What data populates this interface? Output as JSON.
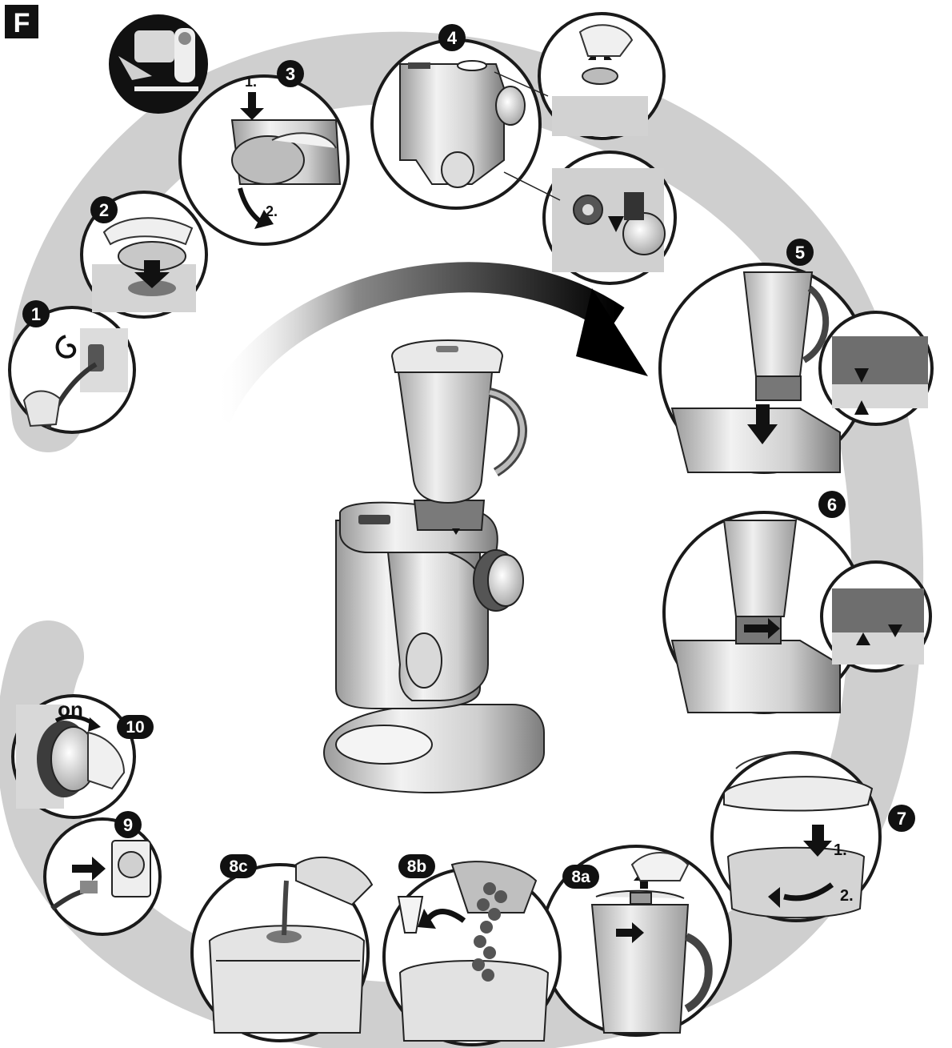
{
  "section_letter": "F",
  "steps": [
    {
      "id": "1",
      "label": "1"
    },
    {
      "id": "2",
      "label": "2"
    },
    {
      "id": "3",
      "label": "3",
      "sub_labels": [
        "1.",
        "2."
      ]
    },
    {
      "id": "4",
      "label": "4"
    },
    {
      "id": "5",
      "label": "5"
    },
    {
      "id": "6",
      "label": "6"
    },
    {
      "id": "7",
      "label": "7",
      "sub_labels": [
        "1.",
        "2."
      ]
    },
    {
      "id": "8a",
      "label": "8a"
    },
    {
      "id": "8b",
      "label": "8b"
    },
    {
      "id": "8c",
      "label": "8c"
    },
    {
      "id": "9",
      "label": "9"
    },
    {
      "id": "10",
      "label": "10",
      "caption": "on"
    }
  ],
  "icons": {
    "center": "blender-appliance-icon",
    "flow_arrow": "curved-arrow-icon",
    "storage_inset": "storage-inset-icon"
  },
  "colors": {
    "path_shadow": "#cfcfcf",
    "badge": "#111111",
    "panel_stroke": "#1a1a1a",
    "metal_light": "#e6e6e6",
    "metal_dark": "#8a8a8a"
  }
}
